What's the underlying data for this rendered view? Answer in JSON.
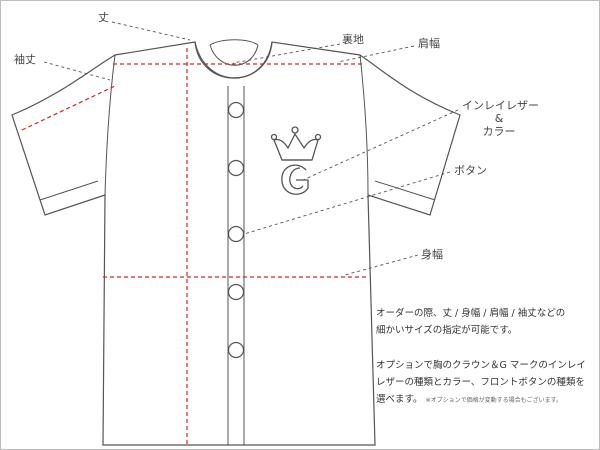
{
  "labels": {
    "length": "丈",
    "sleeve_length": "袖丈",
    "lining": "裏地",
    "shoulder_width": "肩幅",
    "inlay_line1": "インレイレザー",
    "inlay_line2": "&",
    "inlay_line3": "カラー",
    "button": "ボタン",
    "body_width": "身幅"
  },
  "description": {
    "p1_line1": "オーダーの際、丈 / 身幅 / 肩幅 / 袖丈などの",
    "p1_line2": "細かいサイズの指定が可能です。",
    "p2_line1": "オプションで胸のクラウン＆G マークのインレイ",
    "p2_line2": "レザーの種類とカラー、フロントボタンの種類を",
    "p2_line3": "選べます。",
    "p2_note": "※オプションで価格が変動する場合もございます。"
  },
  "colors": {
    "outline": "#555555",
    "measure": "#e02020",
    "leader": "#555555"
  }
}
